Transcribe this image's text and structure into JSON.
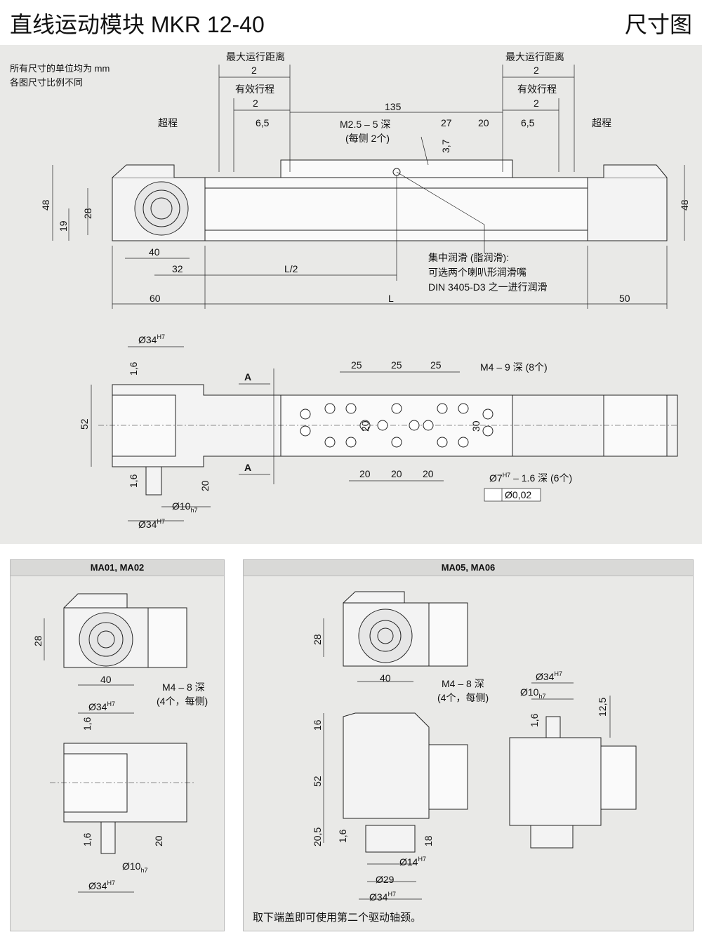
{
  "header": {
    "title": "直线运动模块   MKR 12-40",
    "right": "尺寸图"
  },
  "notes": [
    "所有尺寸的单位均为 mm",
    "各图尺寸比例不同"
  ],
  "top": {
    "max_travel": "最大运行距离",
    "two": "2",
    "effective": "有效行程",
    "overtravel": "超程",
    "d135": "135",
    "d65": "6,5",
    "d27": "27",
    "d20": "20",
    "d37": "3,7",
    "m25": "M2.5 – 5 深",
    "m25b": "(每侧 2个)",
    "d48": "48",
    "d28": "28",
    "d19": "19",
    "d40": "40",
    "d32": "32",
    "dL2": "L/2",
    "d60": "60",
    "dL": "L",
    "d50": "50",
    "lube1": "集中润滑 (脂润滑):",
    "lube2": "可选两个喇叭形润滑嘴",
    "lube3": "DIN 3405-D3 之一进行润滑"
  },
  "mid": {
    "d34": "Ø34",
    "h7": "H7",
    "d16": "1,6",
    "d52": "52",
    "secA": "A",
    "d25": "25",
    "m4": "M4 – 9 深 (8个)",
    "d20": "20",
    "d30": "30",
    "d10": "Ø10",
    "h7s": "h7",
    "d7": "Ø7",
    "d7b": " – 1.6 深 (6个)",
    "tol": "Ø0,02"
  },
  "panel_left": {
    "title": "MA01, MA02",
    "d28": "28",
    "d40": "40",
    "m4": "M4 – 8 深",
    "m4b": "(4个，每侧)",
    "d34": "Ø34",
    "h7": "H7",
    "d16": "1,6",
    "d20": "20",
    "d10": "Ø10",
    "h7s": "h7"
  },
  "panel_right": {
    "title": "MA05, MA06",
    "d28": "28",
    "d40": "40",
    "m4": "M4 – 8 深",
    "m4b": "(4个，每侧)",
    "d34": "Ø34",
    "h7": "H7",
    "d10": "Ø10",
    "h7s": "h7",
    "d125": "12,5",
    "d16": "16",
    "d16b": "1,6",
    "d52": "52",
    "d205": "20,5",
    "d18": "18",
    "d14": "Ø14",
    "d29": "Ø29"
  },
  "footnote": "取下端盖即可使用第二个驱动轴颈。"
}
